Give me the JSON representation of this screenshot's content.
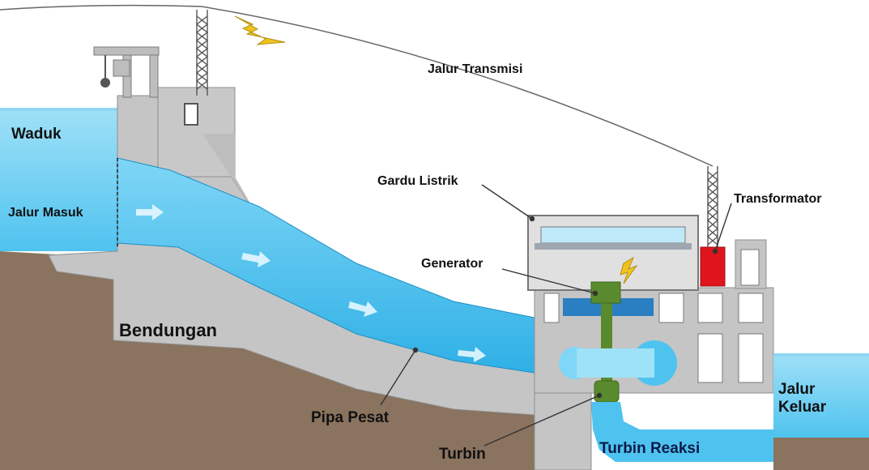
{
  "labels": {
    "waduk": "Waduk",
    "jalur_masuk": "Jalur Masuk",
    "bendungan": "Bendungan",
    "jalur_transmisi": "Jalur Transmisi",
    "gardu_listrik": "Gardu Listrik",
    "transformator": "Transformator",
    "generator": "Generator",
    "pipa_pesat": "Pipa Pesat",
    "turbin": "Turbin",
    "turbin_reaksi": "Turbin Reaksi",
    "jalur_keluar": "Jalur Keluar"
  },
  "colors": {
    "water": "#4fc3ef",
    "water_light": "#bfe9f8",
    "concrete": "#c5c5c5",
    "earth": "#8a735f",
    "transformer": "#e0141c",
    "generator": "#5a8a2e",
    "lightning": "#f0c21e"
  }
}
